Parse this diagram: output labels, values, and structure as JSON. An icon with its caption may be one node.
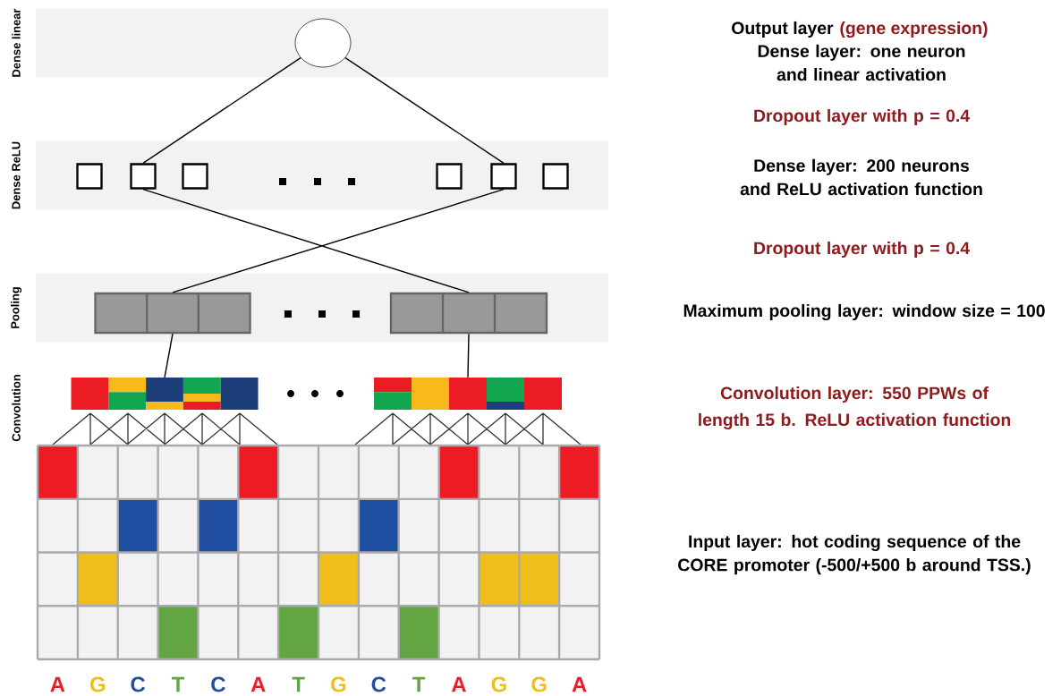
{
  "diagram": {
    "nodes": [
      {
        "text": [
          "Dense linear"
        ]
      },
      {
        "text": [],
        "shape": "circle",
        "in": 0
      },
      {
        "text": [
          "Dense ReLU"
        ]
      },
      {
        "text": [],
        "shape": "box",
        "in": 2
      },
      {
        "text": [],
        "shape": "box",
        "in": 2
      },
      {
        "text": [],
        "shape": "box",
        "in": 2
      },
      {
        "text": [],
        "shape": "box",
        "in": 2
      },
      {
        "text": [],
        "shape": "box",
        "in": 2
      },
      {
        "text": [],
        "shape": "box",
        "in": 2
      },
      {
        "text": [
          "Pooling"
        ]
      },
      {
        "text": [],
        "shape": "bar",
        "in": 9
      },
      {
        "text": [],
        "shape": "bar",
        "in": 9
      },
      {
        "text": [],
        "shape": "bar"
      },
      {
        "text": [],
        "shape": "bar"
      }
    ],
    "edges": [
      {
        "from": 1,
        "to": 4,
        "arrow": "none"
      },
      {
        "from": 1,
        "to": 7,
        "arrow": "none"
      },
      {
        "from": 4,
        "to": 11,
        "arrow": "none"
      },
      {
        "from": 7,
        "to": 10,
        "arrow": "none"
      },
      {
        "from": 10,
        "to": 12,
        "arrow": "none"
      },
      {
        "from": 11,
        "to": 13,
        "arrow": "none"
      }
    ],
    "labels": [
      "Output layer",
      "(gene expression)",
      "Dense layer:  one neuron and linear activation",
      "Dropout layer with p = 0.4",
      "Dense layer: 200 neurons and ReLU activation function",
      "Dropout layer with p = 0.4",
      "Maximum pooling layer: window size = 100",
      "Convolution layer: 550 PPWs of length 15 b. ReLU activation function",
      "Input layer: hot coding sequence of the CORE promoter (-500/+500 b around TSS.)",
      "Convolution",
      "A",
      "G",
      "C",
      "T",
      "C",
      "A",
      "T",
      "G",
      "C",
      "T",
      "A",
      "G",
      "G",
      "A"
    ]
  }
}
